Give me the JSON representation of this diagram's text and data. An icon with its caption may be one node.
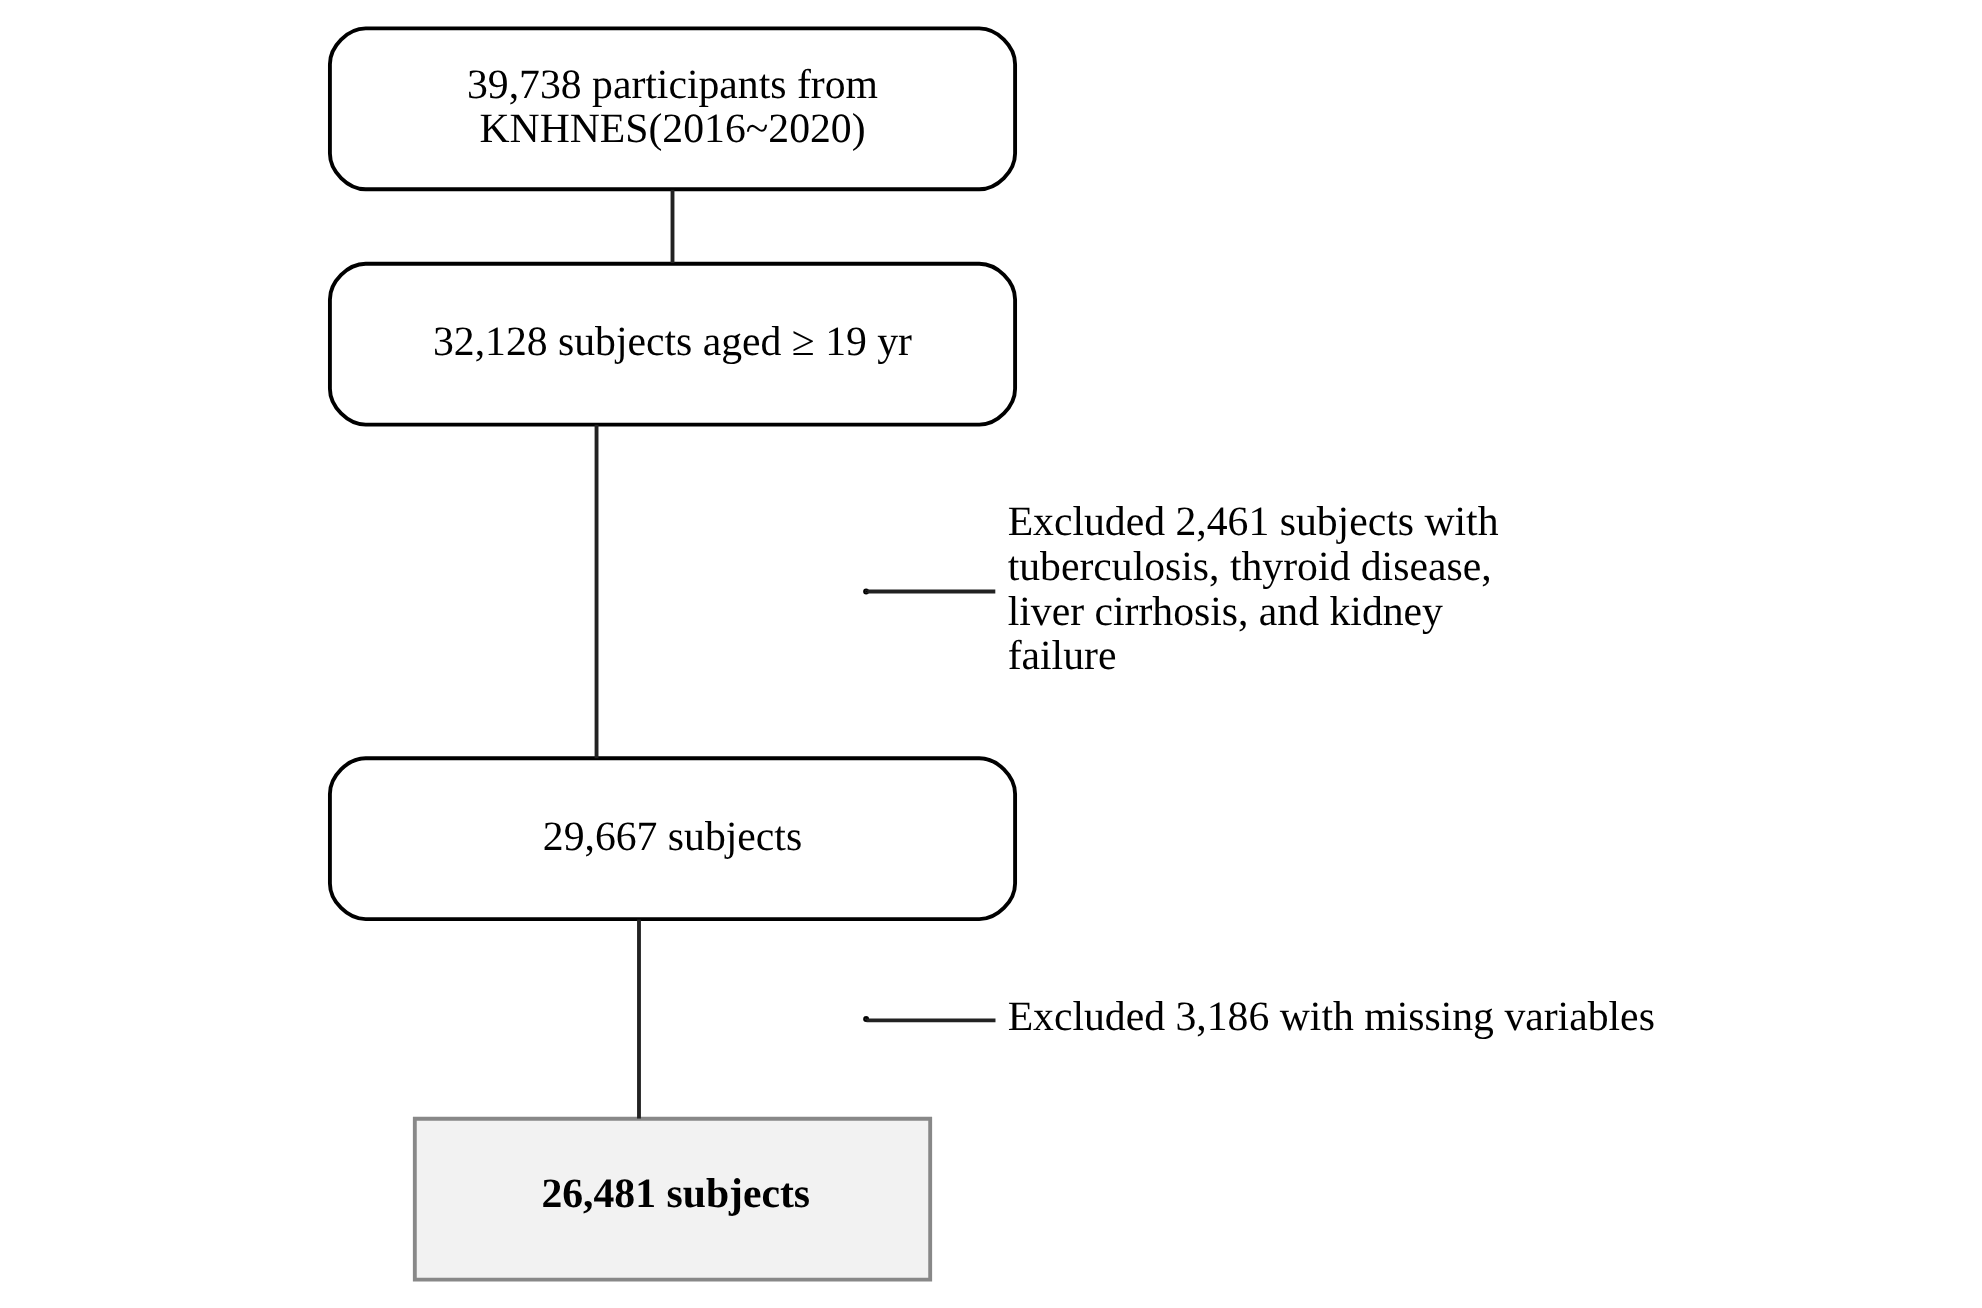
{
  "diagram": {
    "nodes": [
      {
        "text": [
          "39,738 participants from KNHNES(2016~2020)"
        ]
      },
      {
        "text": [
          "32,128 subjects aged ≥ 19 yr"
        ]
      },
      {
        "text": [
          "29,667 subjects"
        ]
      },
      {
        "text": [
          "26,481 subjects"
        ]
      },
      {
        "text": [
          "Excluded 2,461 subjects with tuberculosis, thyroid disease, liver cirrhosis, and kidney failure"
        ]
      },
      {
        "text": [
          "Excluded 3,186 with missing variables"
        ]
      }
    ],
    "edges": [
      {
        "from": 0,
        "to": 1,
        "arrow": "none"
      },
      {
        "from": 1,
        "to": 2,
        "arrow": "none"
      },
      {
        "from": null,
        "to": 4,
        "arrow": "none"
      },
      {
        "from": 2,
        "to": 3,
        "arrow": "none"
      },
      {
        "from": null,
        "to": 5,
        "arrow": "none"
      }
    ]
  }
}
